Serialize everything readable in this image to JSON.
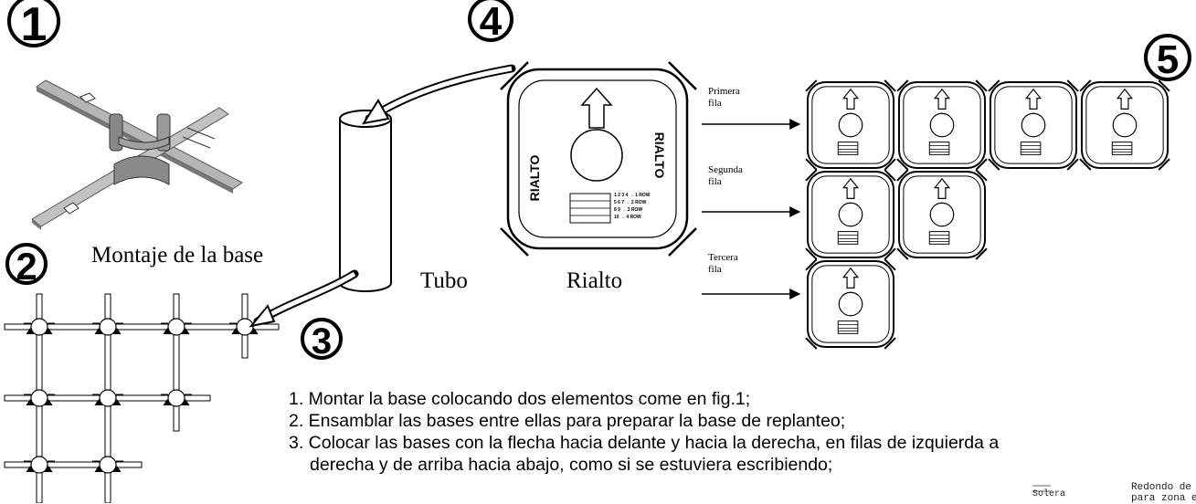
{
  "step_numbers": {
    "one": "1",
    "two": "2",
    "three": "3",
    "four": "4",
    "five": "5"
  },
  "labels": {
    "base_assembly": "Montaje de la base",
    "tube": "Tubo",
    "rialto": "Rialto"
  },
  "rows": {
    "first_line1": "Primera",
    "first_line2": "fila",
    "second_line1": "Segunda",
    "second_line2": "fila",
    "third_line1": "Tercera",
    "third_line2": "fila"
  },
  "module": {
    "brand": "RIALTO",
    "legend": [
      "1 2 3 4 → 1 ROW",
      "5 6 7 → 2 ROW",
      "8 9 → 3 ROW",
      "10 → 4 ROW"
    ]
  },
  "instructions": [
    "1. Montar la base colocando dos elementos come en fig.1;",
    "2. Ensamblar las bases entre ellas para preparar la base de replanteo;",
    "3. Colocar las bases con la flecha hacia delante y hacia la derecha, en filas de izquierda a",
    "derecha y de arriba hacia abajo, como si se estuviera escribiendo;"
  ],
  "corner_notes": {
    "solera": "Solera",
    "redondo1": "Redondo de",
    "redondo2": "para zona e"
  }
}
